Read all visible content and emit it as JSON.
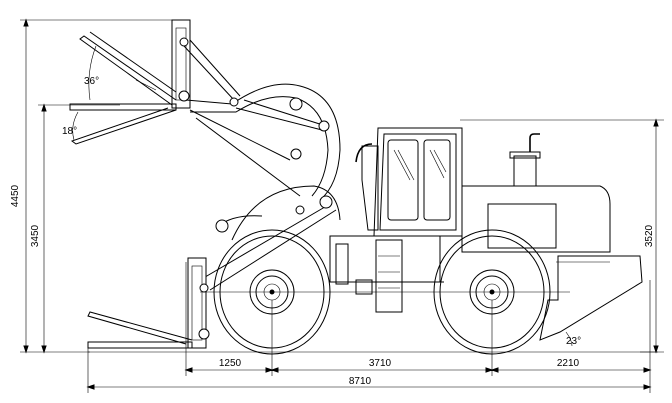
{
  "dimensions": {
    "total_height": "4450",
    "lift_height": "3450",
    "cab_height": "3520",
    "front_overhang": "1250",
    "wheelbase": "3710",
    "rear_overhang": "2210",
    "total_length": "8710"
  },
  "angles": {
    "tilt_top": "36°",
    "tilt_mid": "18°",
    "departure": "23°"
  }
}
